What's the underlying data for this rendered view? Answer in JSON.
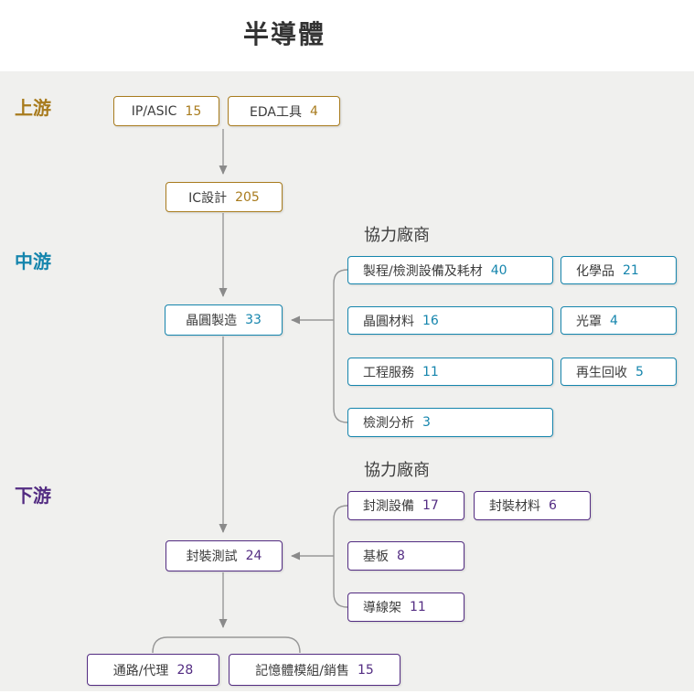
{
  "title": "半導體",
  "colors": {
    "panel": "#f0f0ee",
    "upstream": "#a87b1d",
    "midstream": "#1585ad",
    "downstream": "#532c82",
    "connector": "#979797",
    "arrow": "#8a8a8a",
    "text": "#3c3c3c"
  },
  "sections": {
    "upstream": {
      "label": "上游"
    },
    "midstream": {
      "label": "中游",
      "partners_header": "協力廠商"
    },
    "downstream": {
      "label": "下游",
      "partners_header": "協力廠商"
    }
  },
  "nodes": {
    "ip_asic": {
      "label": "IP/ASIC",
      "count": "15"
    },
    "eda": {
      "label": "EDA工具",
      "count": "4"
    },
    "ic_design": {
      "label": "IC設計",
      "count": "205"
    },
    "wafer_mfg": {
      "label": "晶圓製造",
      "count": "33"
    },
    "equip": {
      "label": "製程/檢測設備及耗材",
      "count": "40"
    },
    "chemicals": {
      "label": "化學品",
      "count": "21"
    },
    "wafer_materials": {
      "label": "晶圓材料",
      "count": "16"
    },
    "photomask": {
      "label": "光罩",
      "count": "4"
    },
    "engineering": {
      "label": "工程服務",
      "count": "11"
    },
    "recycling": {
      "label": "再生回收",
      "count": "5"
    },
    "analysis": {
      "label": "檢測分析",
      "count": "3"
    },
    "packaging_test": {
      "label": "封裝測試",
      "count": "24"
    },
    "pkg_equipment": {
      "label": "封測設備",
      "count": "17"
    },
    "pkg_materials": {
      "label": "封裝材料",
      "count": "6"
    },
    "substrate": {
      "label": "基板",
      "count": "8"
    },
    "leadframe": {
      "label": "導線架",
      "count": "11"
    },
    "channel": {
      "label": "通路/代理",
      "count": "28"
    },
    "memory_module": {
      "label": "記憶體模組/銷售",
      "count": "15"
    }
  }
}
